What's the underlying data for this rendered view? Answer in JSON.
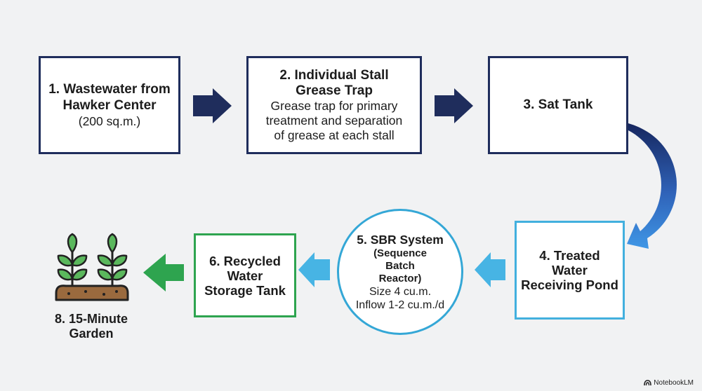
{
  "steps": {
    "s1": {
      "line1": "1. Wastewater from",
      "line2": "Hawker Center",
      "line3": "(200 sq.m.)"
    },
    "s2": {
      "title1": "2. Individual Stall",
      "title2": "Grease Trap",
      "desc1": "Grease trap for primary",
      "desc2": "treatment and separation",
      "desc3": "of grease at each stall"
    },
    "s3": {
      "title": "3. Sat Tank"
    },
    "s4": {
      "line1": "4. Treated",
      "line2": "Water",
      "line3": "Receiving Pond"
    },
    "s5": {
      "title": "5. SBR System",
      "detail1": "(Sequence",
      "detail2": "Batch",
      "detail3": "Reactor)",
      "size": "Size 4 cu.m.",
      "inflow": "Inflow 1-2 cu.m./d"
    },
    "s6": {
      "line1": "6. Recycled",
      "line2": "Water",
      "line3": "Storage Tank"
    },
    "s8": {
      "line1": "8. 15-Minute",
      "line2": "Garden"
    }
  },
  "brand": {
    "name": "NotebookLM"
  },
  "colors": {
    "navy": "#1f2d5c",
    "light_blue": "#42b0de",
    "green": "#2ea44f",
    "arrow_gradient_start": "#16265e",
    "arrow_gradient_end": "#3a8ee0"
  },
  "icons": {
    "garden": "plant-sprouts-icon",
    "brand": "notebooklm-logo-icon"
  }
}
